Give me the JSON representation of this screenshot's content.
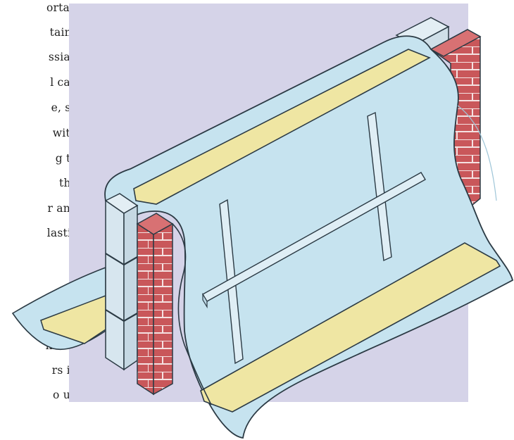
{
  "page": {
    "background_color": "#ffffff",
    "panel_color": "#d5d3e8",
    "left_column_fragments": [
      "ortar,",
      "tains",
      "ssian",
      "l can",
      "e, so",
      "with",
      "g   to",
      "the",
      "r and",
      "lastic",
      "mber,",
      "rs  in",
      "o   up"
    ]
  },
  "illustration": {
    "subject": "cavity wall cross-section wrapped in plastic sheeting with timber battens",
    "colors": {
      "sheet": "#c6e3ef",
      "sheet_stroke": "#2b3a44",
      "brick": "#c9575a",
      "brick_mortar": "#f4e1e1",
      "block": "#d7e6ef",
      "timber": "#efe6a3",
      "batten": "#dfeef5"
    }
  }
}
